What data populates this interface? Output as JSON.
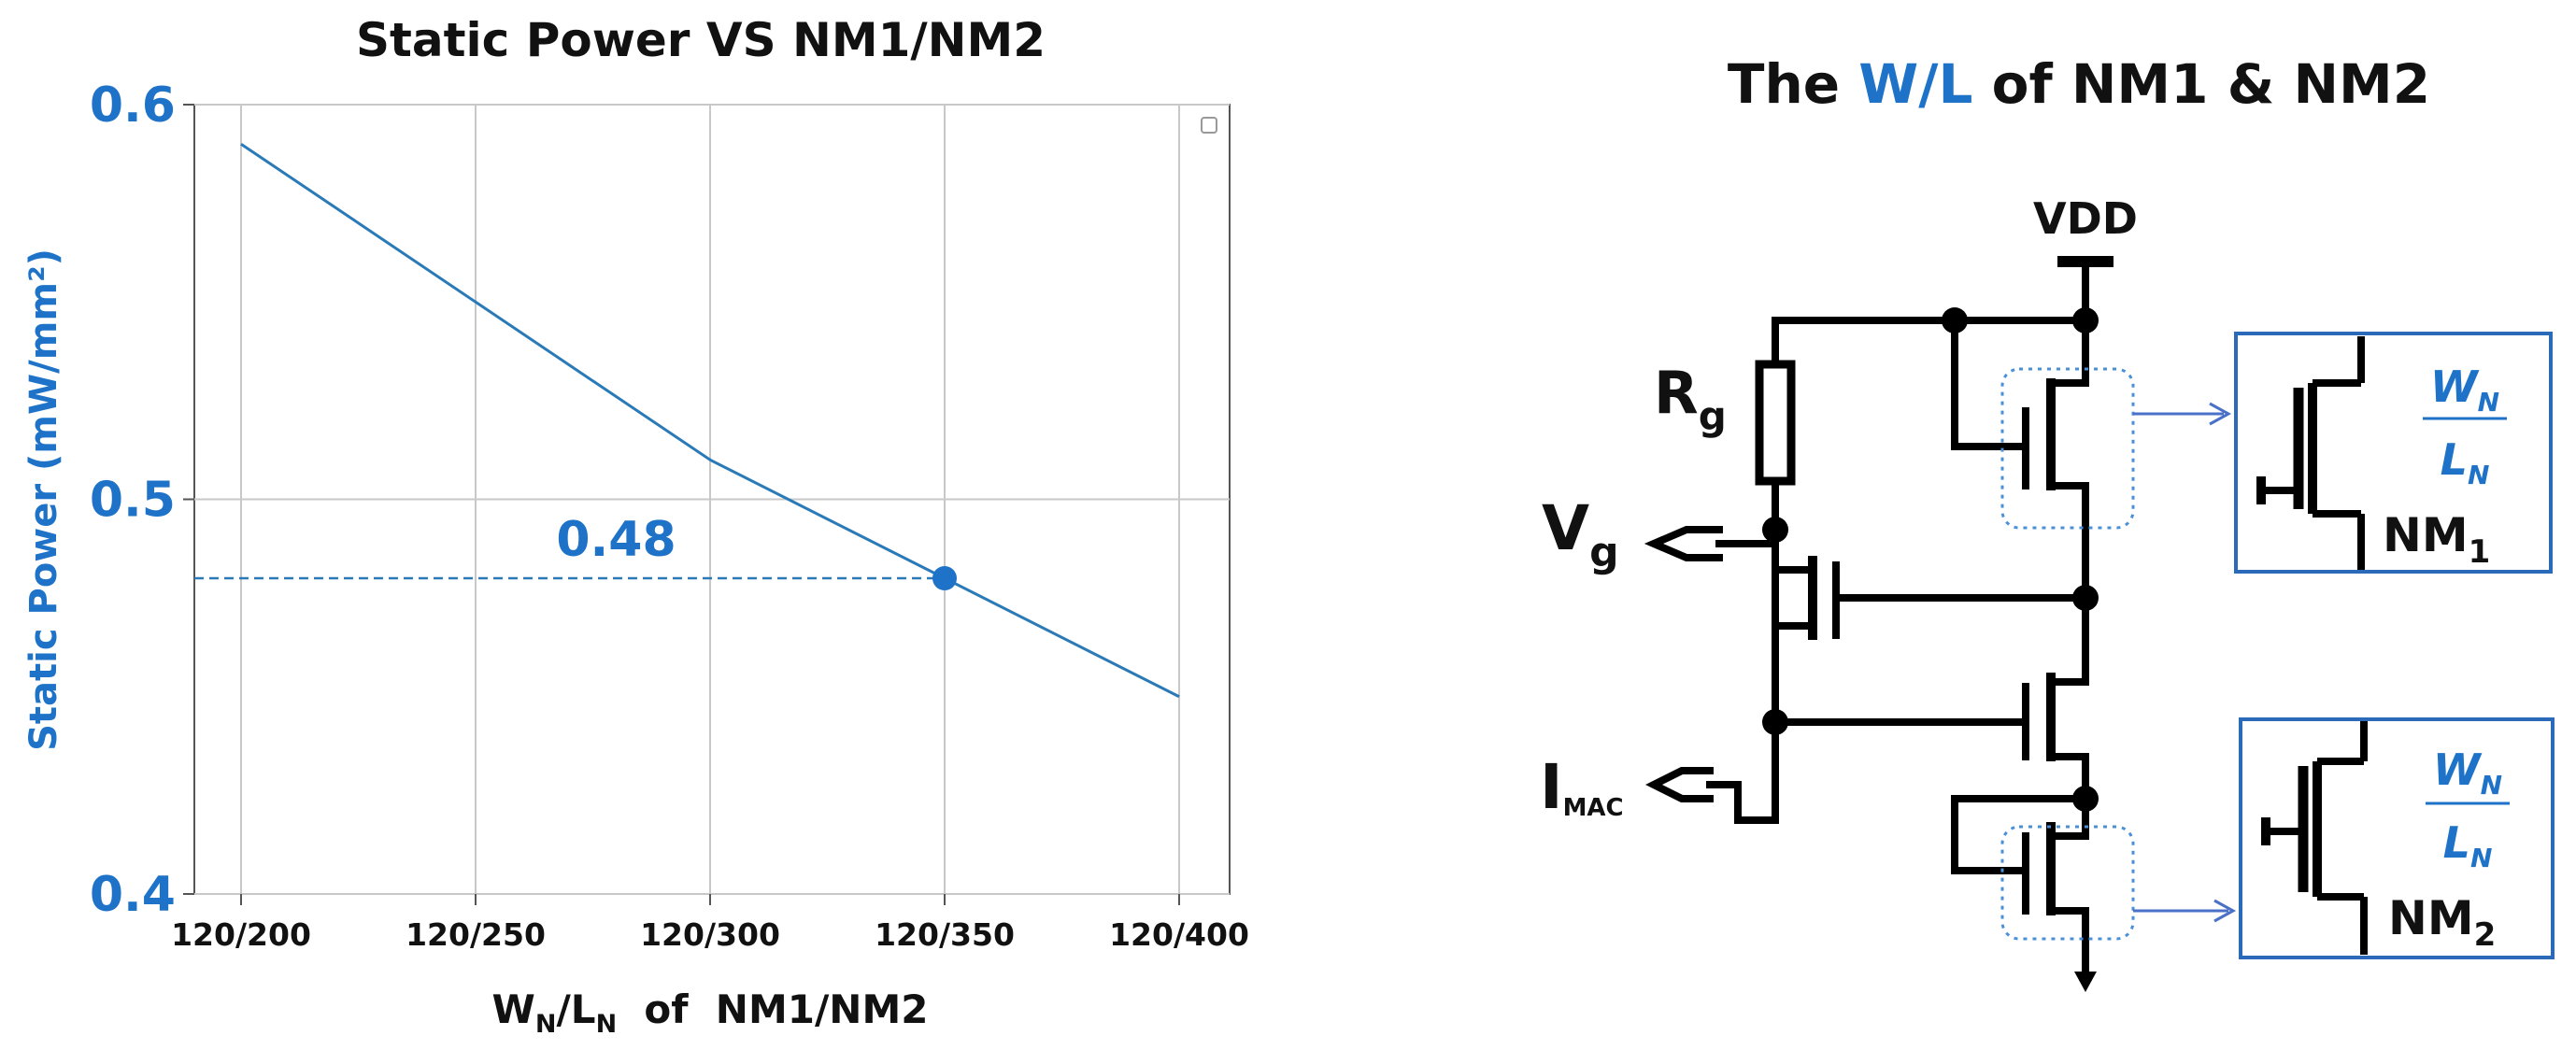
{
  "chart_data": {
    "type": "line",
    "title": "Static Power VS NM1/NM2",
    "ylabel": "Static Power (mW/mm²)",
    "xlabel": {
      "w": "W",
      "w_sub": "N",
      "slash": "/",
      "l": "L",
      "l_sub": "N",
      "rest": "  of  NM1/NM2"
    },
    "categories": [
      "120/200",
      "120/250",
      "120/300",
      "120/350",
      "120/400"
    ],
    "series": [
      {
        "values": [
          0.59,
          0.55,
          0.51,
          0.48,
          0.45
        ]
      }
    ],
    "ylim": [
      0.4,
      0.6
    ],
    "y_ticks": [
      "0.4",
      "0.5",
      "0.6"
    ],
    "y_tick_values": [
      0.4,
      0.5,
      0.6
    ],
    "grid": true,
    "highlight": {
      "category": "120/350",
      "value": 0.48,
      "label": "0.48"
    },
    "colors": {
      "line": "#2a7ab8",
      "accent": "#1e73c8",
      "grid": "#c8c8c8"
    }
  },
  "diagram": {
    "title_before": "The ",
    "title_accent": "W/L",
    "title_after": " of NM1 & NM2",
    "vdd": "VDD",
    "rg": "R",
    "rg_sub": "g",
    "vg": "V",
    "vg_sub": "g",
    "imac": "I",
    "imac_sub": "MAC",
    "nm1_box": {
      "w": "W",
      "w_sub": "N",
      "l": "L",
      "l_sub": "N",
      "name": "NM",
      "name_sub": "1"
    },
    "nm2_box": {
      "w": "W",
      "w_sub": "N",
      "l": "L",
      "l_sub": "N",
      "name": "NM",
      "name_sub": "2"
    }
  }
}
